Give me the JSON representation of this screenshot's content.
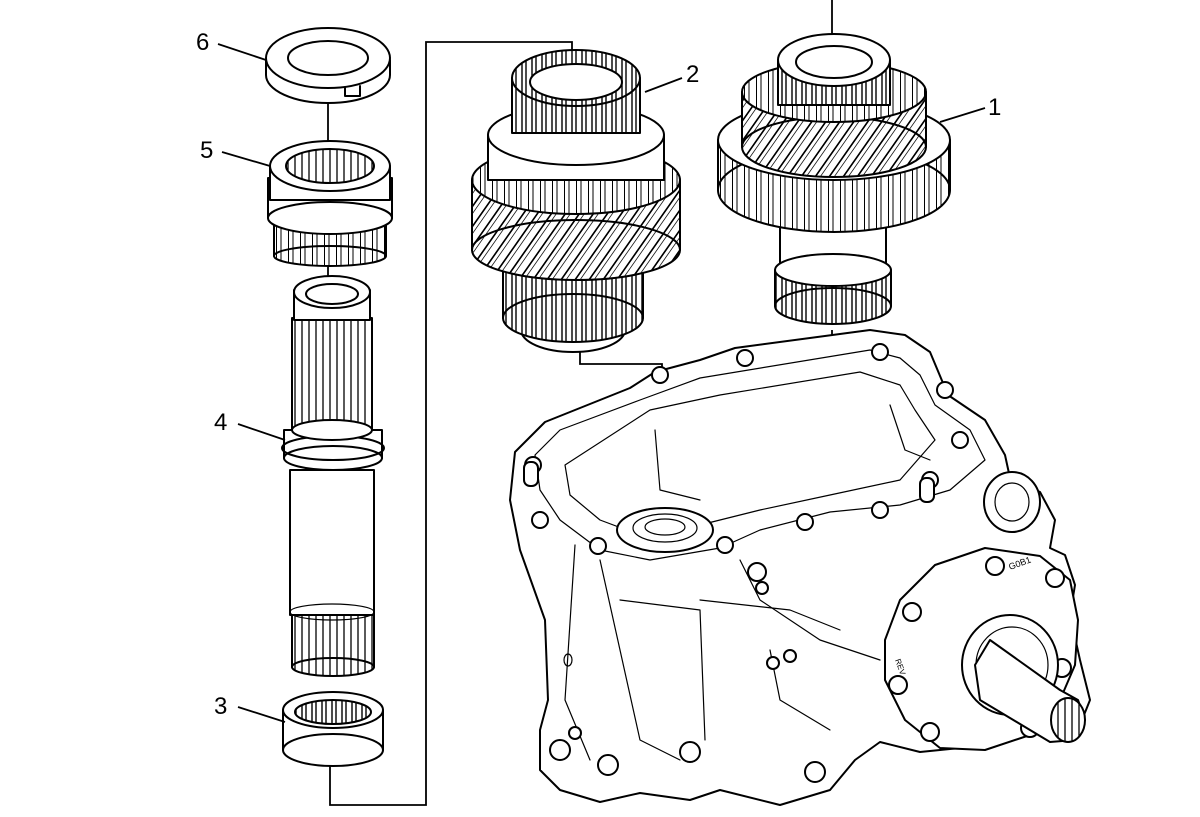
{
  "callouts": {
    "c1": "1",
    "c2": "2",
    "c3": "3",
    "c4": "4",
    "c5": "5",
    "c6": "6"
  },
  "housing_marks": {
    "mark_a": "G0B1",
    "mark_b": "REV"
  }
}
